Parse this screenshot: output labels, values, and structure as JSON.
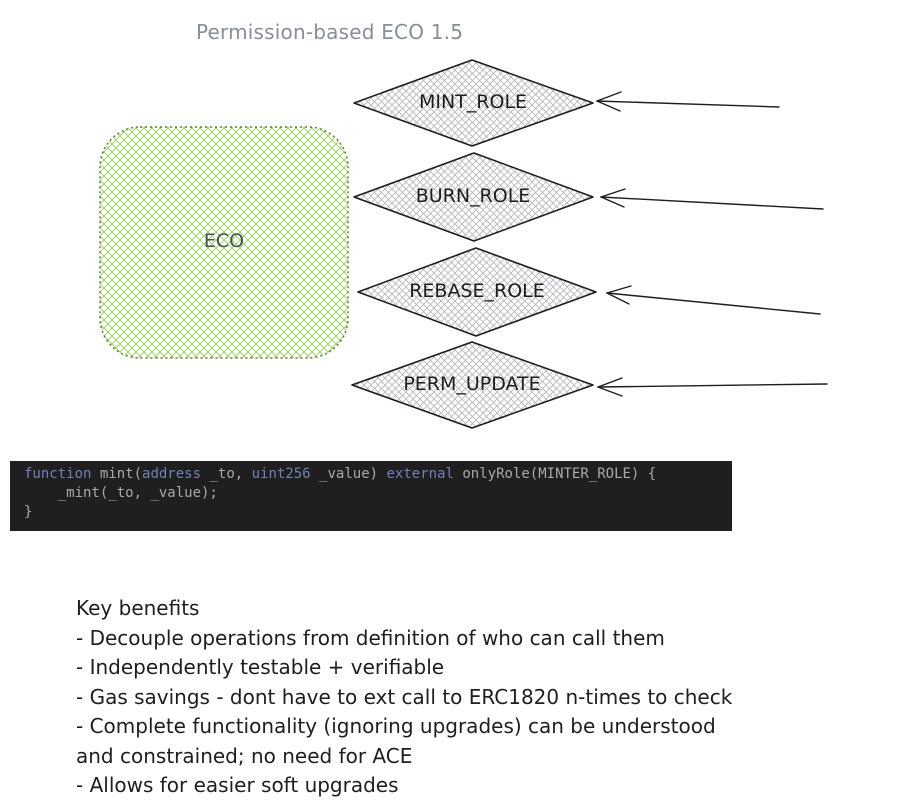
{
  "title": "Permission-based ECO 1.5",
  "eco_label": "ECO",
  "roles": [
    {
      "name": "mint-role",
      "label": "MINT_ROLE"
    },
    {
      "name": "burn-role",
      "label": "BURN_ROLE"
    },
    {
      "name": "rebase-role",
      "label": "REBASE_ROLE"
    },
    {
      "name": "perm-update",
      "label": "PERM_UPDATE"
    }
  ],
  "code": {
    "line1": {
      "kw1": "function",
      "t1": " mint(",
      "kw2": "address",
      "t2": " _to, ",
      "kw3": "uint256",
      "t3": " _value) ",
      "kw4": "external",
      "t4": " onlyRole(MINTER_ROLE) {"
    },
    "line2": "    _mint(_to, _value);",
    "line3": "}"
  },
  "notes": [
    "Key benefits",
    "- Decouple operations from definition of who can call them",
    "- Independently testable + verifiable",
    "- Gas savings - dont have to ext call to ERC1820 n-times to check",
    "- Complete functionality (ignoring upgrades) can be understood",
    "and constrained; no need for ACE",
    "- Allows for easier soft upgrades"
  ],
  "colors": {
    "eco_fill": "#b2f2bb",
    "eco_hatch": "#8fd14f",
    "eco_stroke": "#5c7a3a",
    "role_fill": "#dee2e6",
    "role_stroke": "#1e1e1e",
    "code_bg": "#1f1f1f"
  }
}
